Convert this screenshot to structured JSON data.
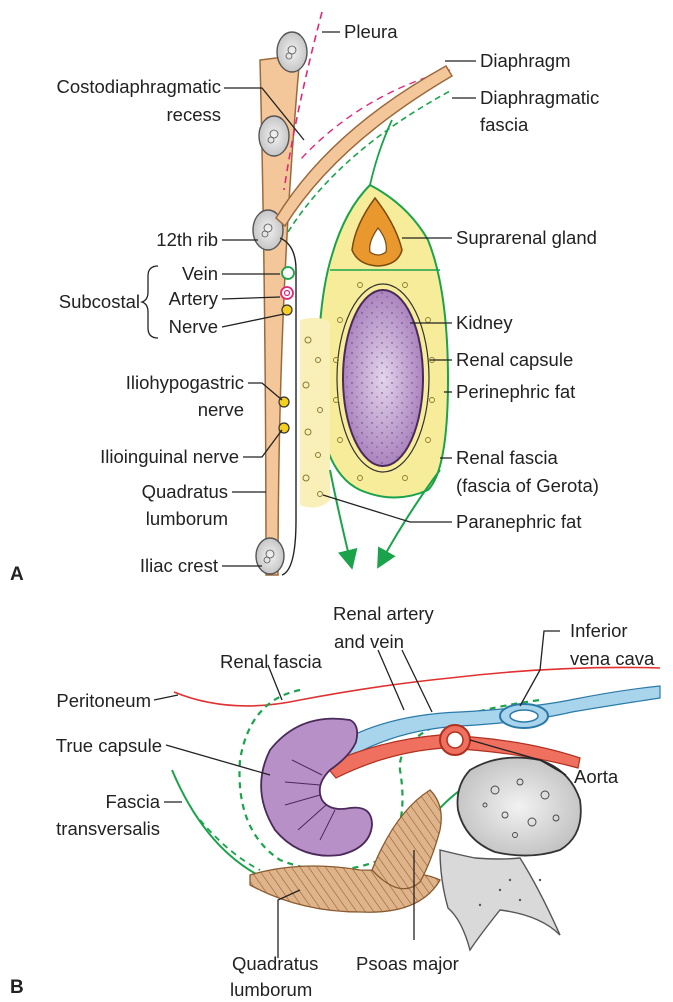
{
  "panel_a": {
    "letter": "A",
    "labels": {
      "pleura": "Pleura",
      "costo_1": "Costodiaphragmatic",
      "costo_2": "recess",
      "diaphragm": "Diaphragm",
      "diaph_fascia_1": "Diaphragmatic",
      "diaph_fascia_2": "fascia",
      "rib12": "12th rib",
      "suprarenal": "Suprarenal gland",
      "vein": "Vein",
      "artery": "Artery",
      "nerve": "Nerve",
      "subcostal": "Subcostal",
      "kidney": "Kidney",
      "renal_capsule": "Renal capsule",
      "perinephric": "Perinephric fat",
      "ilio_hypo_1": "Iliohypogastric",
      "ilio_hypo_2": "nerve",
      "ilioinguinal": "Ilioinguinal nerve",
      "renal_fascia_1": "Renal fascia",
      "renal_fascia_2": "(fascia of Gerota)",
      "quadratus_1": "Quadratus",
      "quadratus_2": "lumborum",
      "paranephric": "Paranephric fat",
      "iliac_crest": "Iliac crest"
    }
  },
  "panel_b": {
    "letter": "B",
    "labels": {
      "renal_av_1": "Renal artery",
      "renal_av_2": "and vein",
      "ivc_1": "Inferior",
      "ivc_2": "vena cava",
      "renal_fascia": "Renal fascia",
      "peritoneum": "Peritoneum",
      "true_capsule": "True capsule",
      "aorta": "Aorta",
      "fascia_t_1": "Fascia",
      "fascia_t_2": "transversalis",
      "quadratus_1": "Quadratus",
      "quadratus_2": "lumborum",
      "psoas": "Psoas major"
    }
  },
  "colors": {
    "bone": "#f4c79a",
    "bone_edge": "#9a6a3c",
    "rib_fill": "#d6d6d6",
    "green": "#1aa34a",
    "pleura_pink": "#e0287a",
    "kidney_purple": "#b890c8",
    "fat_yellow": "#f6ec9a",
    "suprarenal_orange": "#e8982c",
    "artery_red": "#f07060",
    "vein_blue": "#a8d4ec",
    "muscle_tan": "#d9a87a",
    "vertebra_gray": "#d9d9d9"
  }
}
